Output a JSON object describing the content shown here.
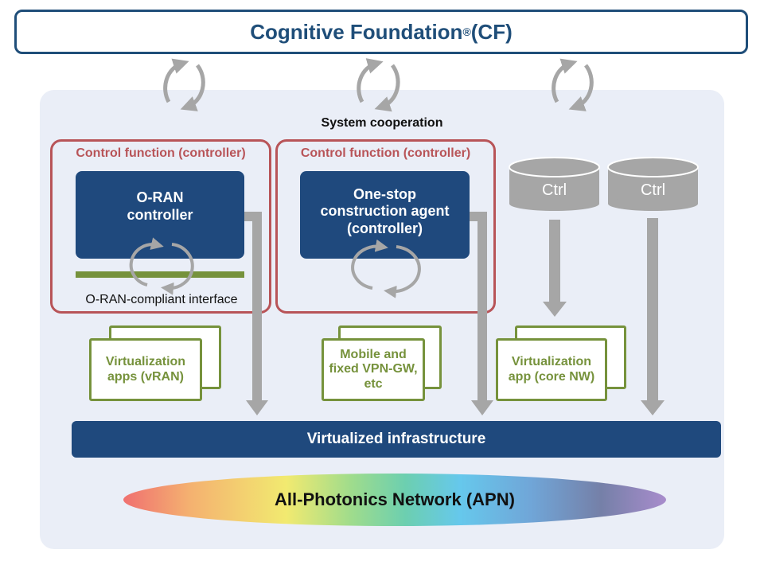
{
  "header": {
    "title": "Cognitive Foundation",
    "title_mark": "®",
    "title_suffix": " (CF)"
  },
  "system_cooperation_label": "System cooperation",
  "control_functions": [
    {
      "frame_label": "Control function (controller)",
      "controller_label": "O-RAN controller",
      "interface_label": "O-RAN-compliant interface"
    },
    {
      "frame_label": "Control function (controller)",
      "controller_label": "One-stop construction agent (controller)"
    }
  ],
  "ctrl_databases": [
    {
      "label": "Ctrl"
    },
    {
      "label": "Ctrl"
    }
  ],
  "apps": [
    {
      "label": "Virtualization apps (vRAN)"
    },
    {
      "label": "Mobile and fixed VPN-GW, etc"
    },
    {
      "label": "Virtualization app (core NW)"
    }
  ],
  "infrastructure_label": "Virtualized infrastructure",
  "network_label": "All-Photonics Network (APN)",
  "colors": {
    "navy": "#1f497d",
    "frame_red": "#b85458",
    "app_green": "#76923c",
    "arrow_gray": "#a6a6a6",
    "panel_bg": "#eaeef7"
  }
}
